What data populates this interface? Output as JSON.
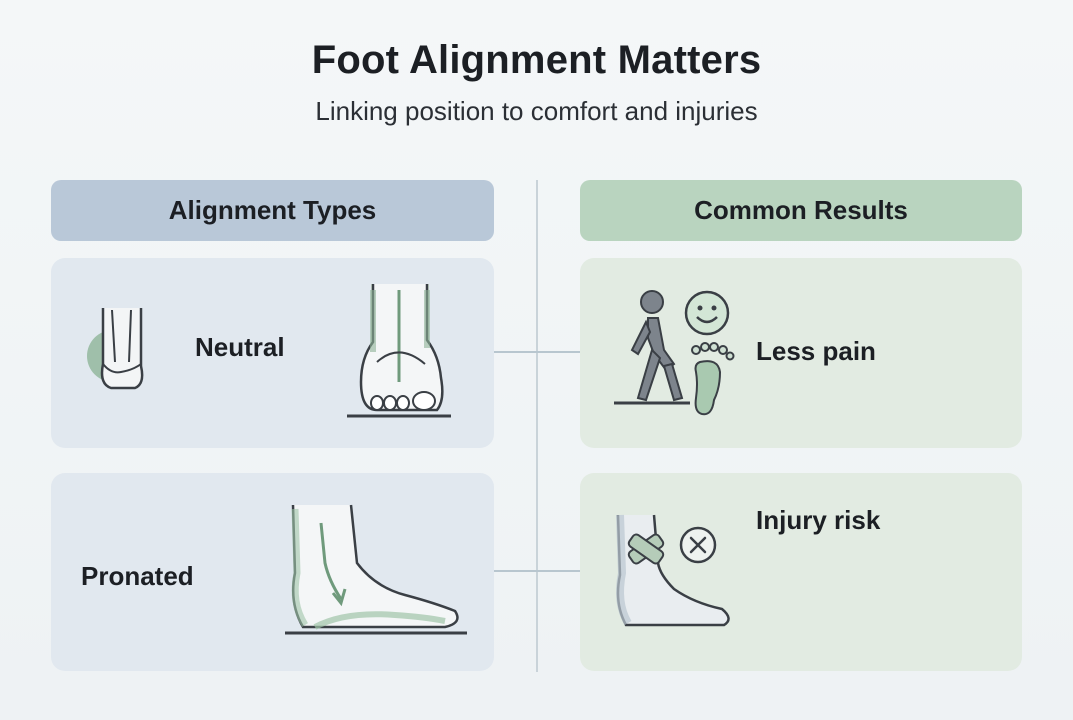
{
  "title": "Foot Alignment Matters",
  "subtitle": "Linking position to comfort and injuries",
  "columns": {
    "left_header": "Alignment Types",
    "right_header": "Common Results"
  },
  "rows": [
    {
      "type_label": "Neutral",
      "result_label": "Less pain"
    },
    {
      "type_label": "Pronated",
      "result_label": "Injury risk"
    }
  ],
  "colors": {
    "left_header_bg": "#b9c8d8",
    "right_header_bg": "#b9d4bf",
    "accent_green": "#7ea58a",
    "left_card_bg": "#e1e8ef",
    "right_card_bg": "#e2ebe2"
  },
  "icons": [
    "heel-rear-view-icon",
    "neutral-foot-front-icon",
    "pronated-foot-side-icon",
    "walking-person-icon",
    "smiley-face-icon",
    "footprint-icon",
    "bandaged-ankle-icon",
    "x-circle-icon"
  ]
}
